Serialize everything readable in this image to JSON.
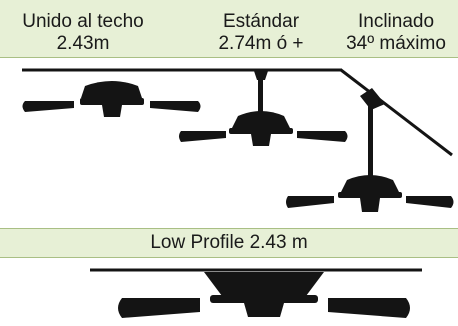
{
  "header": {
    "columns": [
      {
        "title": "Unido al techo",
        "subtitle": "2.43m"
      },
      {
        "title": "Estándar",
        "subtitle": "2.74m ó +"
      },
      {
        "title": "Inclinado",
        "subtitle": "34º máximo"
      }
    ]
  },
  "low_profile": {
    "label": "Low Profile 2.43 m"
  },
  "colors": {
    "band_fill": "#e7f0d6",
    "band_border": "#a9bf84",
    "fan": "#141414",
    "text": "#1a1a1a"
  },
  "icons": [
    "flush-mount-fan-icon",
    "standard-downrod-fan-icon",
    "angled-ceiling-fan-icon",
    "low-profile-fan-icon"
  ]
}
